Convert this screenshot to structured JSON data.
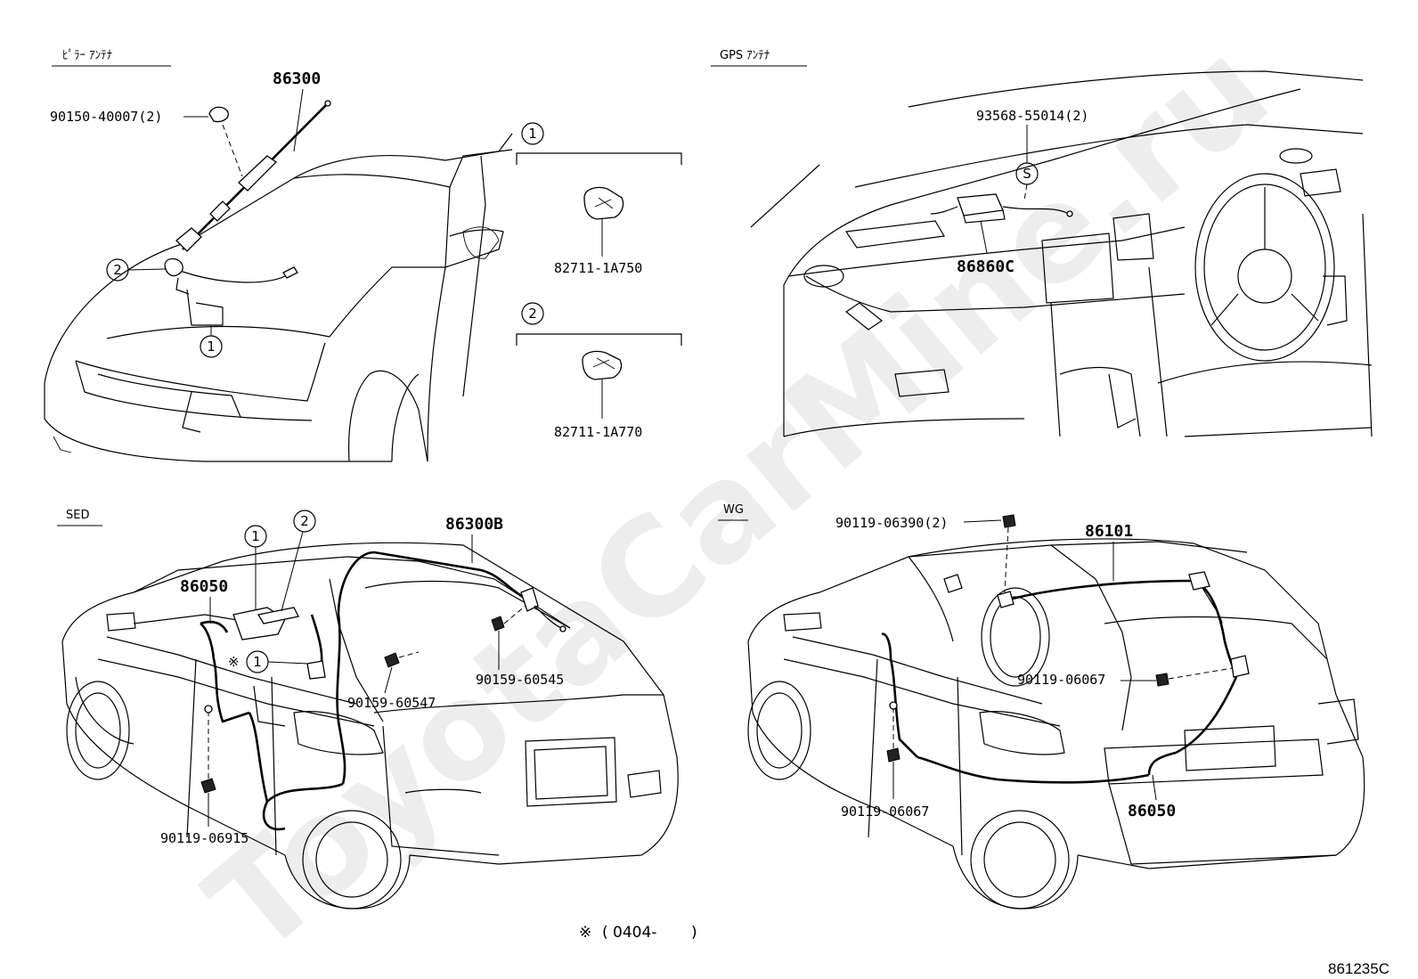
{
  "sections": {
    "pillar_antenna": "ﾋﾟﾗｰ ｱﾝﾃﾅ",
    "gps_antenna": "GPS ｱﾝﾃﾅ",
    "sed": "SED",
    "wg": "WG"
  },
  "parts": {
    "p86300": "86300",
    "p90150_40007": "90150-40007(2)",
    "p82711_1A750": "82711-1A750",
    "p82711_1A770": "82711-1A770",
    "p93568_55014": "93568-55014(2)",
    "p86860C": "86860C",
    "p86300B": "86300B",
    "p86050_sed": "86050",
    "p90159_60545": "90159-60545",
    "p90159_60547": "90159-60547",
    "p90119_06915": "90119-06915",
    "p90119_06390": "90119-06390(2)",
    "p86101": "86101",
    "p90119_06067_a": "90119-06067",
    "p90119_06067_b": "90119-06067",
    "p86050_wg": "86050"
  },
  "markers": {
    "ref1": "1",
    "ref2": "2",
    "s": "S",
    "asterisk": "※"
  },
  "note": {
    "symbol": "※",
    "open": "(",
    "value": "0404-",
    "close": ")"
  },
  "diagram_code": "861235C",
  "watermark": "ToyotaCarMine.ru"
}
